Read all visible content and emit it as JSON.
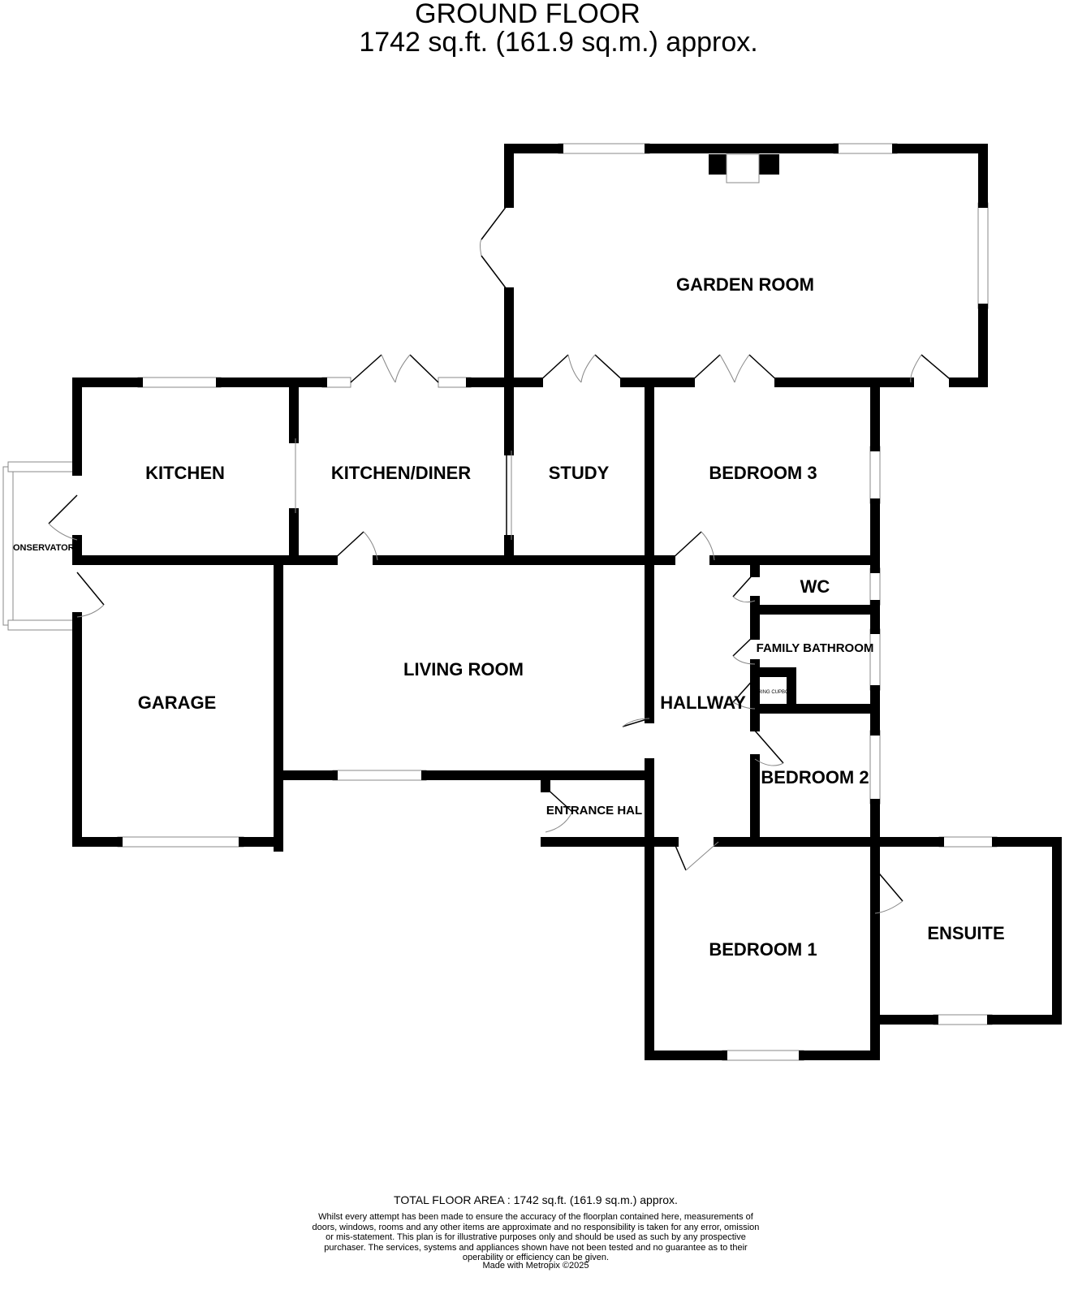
{
  "header": {
    "title": "GROUND FLOOR",
    "area": "1742 sq.ft. (161.9 sq.m.) approx."
  },
  "rooms": {
    "garden_room": "GARDEN ROOM",
    "kitchen": "KITCHEN",
    "kitchen_diner": "KITCHEN/DINER",
    "study": "STUDY",
    "bedroom3": "BEDROOM 3",
    "conservatory": "ONSERVATORY",
    "wc": "WC",
    "family_bathroom": "FAMILY BATHROOM",
    "airing_cupboard": "AIRING CUPBOA",
    "living_room": "LIVING ROOM",
    "garage": "GARAGE",
    "hallway": "HALLWAY",
    "bedroom2": "BEDROOM 2",
    "entrance_hall": "ENTRANCE HAL",
    "bedroom1": "BEDROOM 1",
    "ensuite": "ENSUITE"
  },
  "footer": {
    "total": "TOTAL FLOOR AREA : 1742 sq.ft. (161.9 sq.m.) approx.",
    "disclaimer": "Whilst every attempt has been made to ensure the accuracy of the floorplan contained here, measurements of doors, windows, rooms and any other items are approximate and no responsibility is taken for any error, omission or mis-statement. This plan is for illustrative purposes only and should be used as such by any prospective purchaser. The services, systems and appliances shown have not been tested and no guarantee as to their operability or efficiency can be given.",
    "credit": "Made with Metropix ©2025"
  }
}
